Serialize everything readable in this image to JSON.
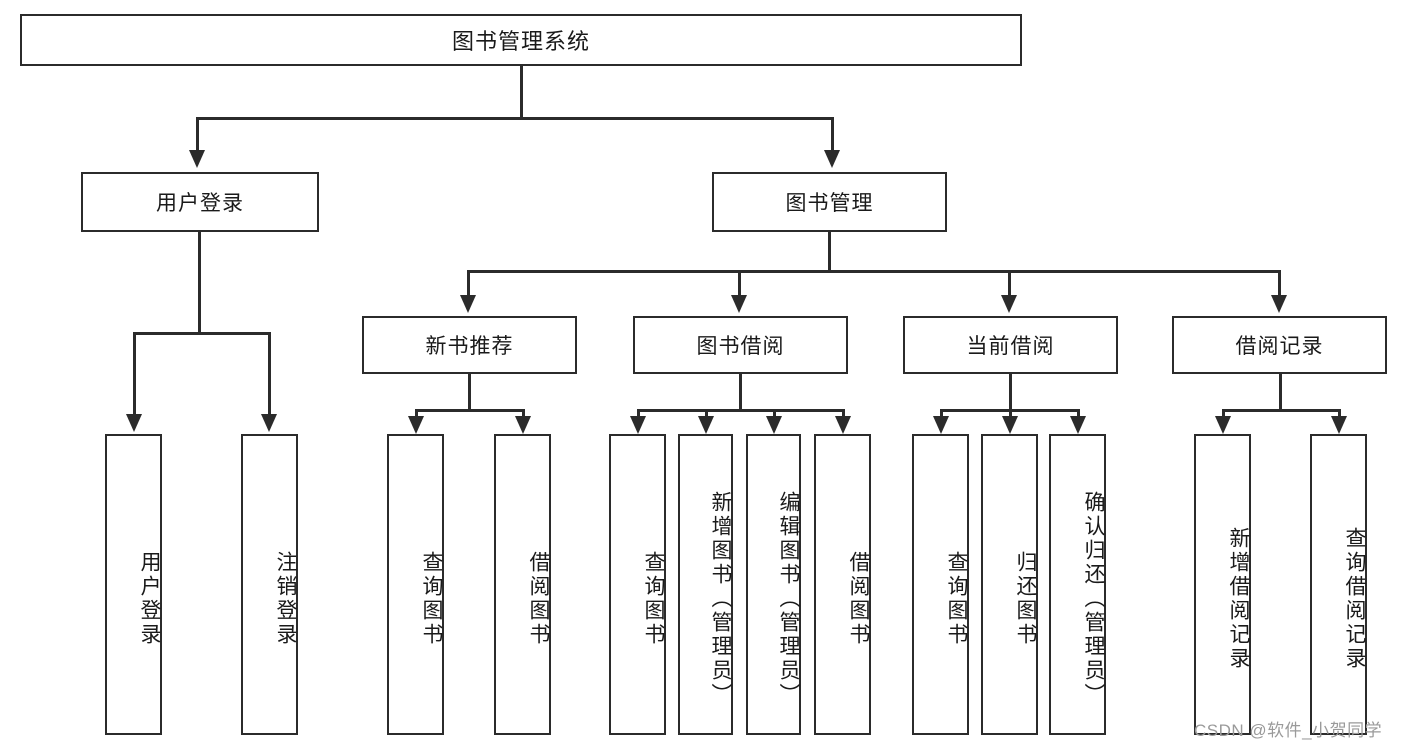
{
  "diagram": {
    "title": "图书管理系统",
    "type": "hierarchy-tree",
    "root": {
      "label": "图书管理系统"
    },
    "level2": [
      {
        "label": "用户登录"
      },
      {
        "label": "图书管理"
      }
    ],
    "level3": [
      {
        "label": "新书推荐"
      },
      {
        "label": "图书借阅"
      },
      {
        "label": "当前借阅"
      },
      {
        "label": "借阅记录"
      }
    ],
    "leaves": {
      "user_login": [
        {
          "label": "用户登录"
        },
        {
          "label": "注销登录"
        }
      ],
      "new_book_recommend": [
        {
          "label": "查询图书"
        },
        {
          "label": "借阅图书"
        }
      ],
      "book_borrow": [
        {
          "label": "查询图书"
        },
        {
          "label": "新增图书（管理员）"
        },
        {
          "label": "编辑图书（管理员）"
        },
        {
          "label": "借阅图书"
        }
      ],
      "current_borrow": [
        {
          "label": "查询图书"
        },
        {
          "label": "归还图书"
        },
        {
          "label": "确认归还（管理员）"
        }
      ],
      "borrow_record": [
        {
          "label": "新增借阅记录"
        },
        {
          "label": "查询借阅记录"
        }
      ]
    }
  },
  "watermark": {
    "text": "CSDN @软件_小贺同学"
  },
  "colors": {
    "stroke": "#2b2b2b",
    "background": "#ffffff",
    "text": "#1a1a1a",
    "watermark": "#9a9a9a"
  }
}
